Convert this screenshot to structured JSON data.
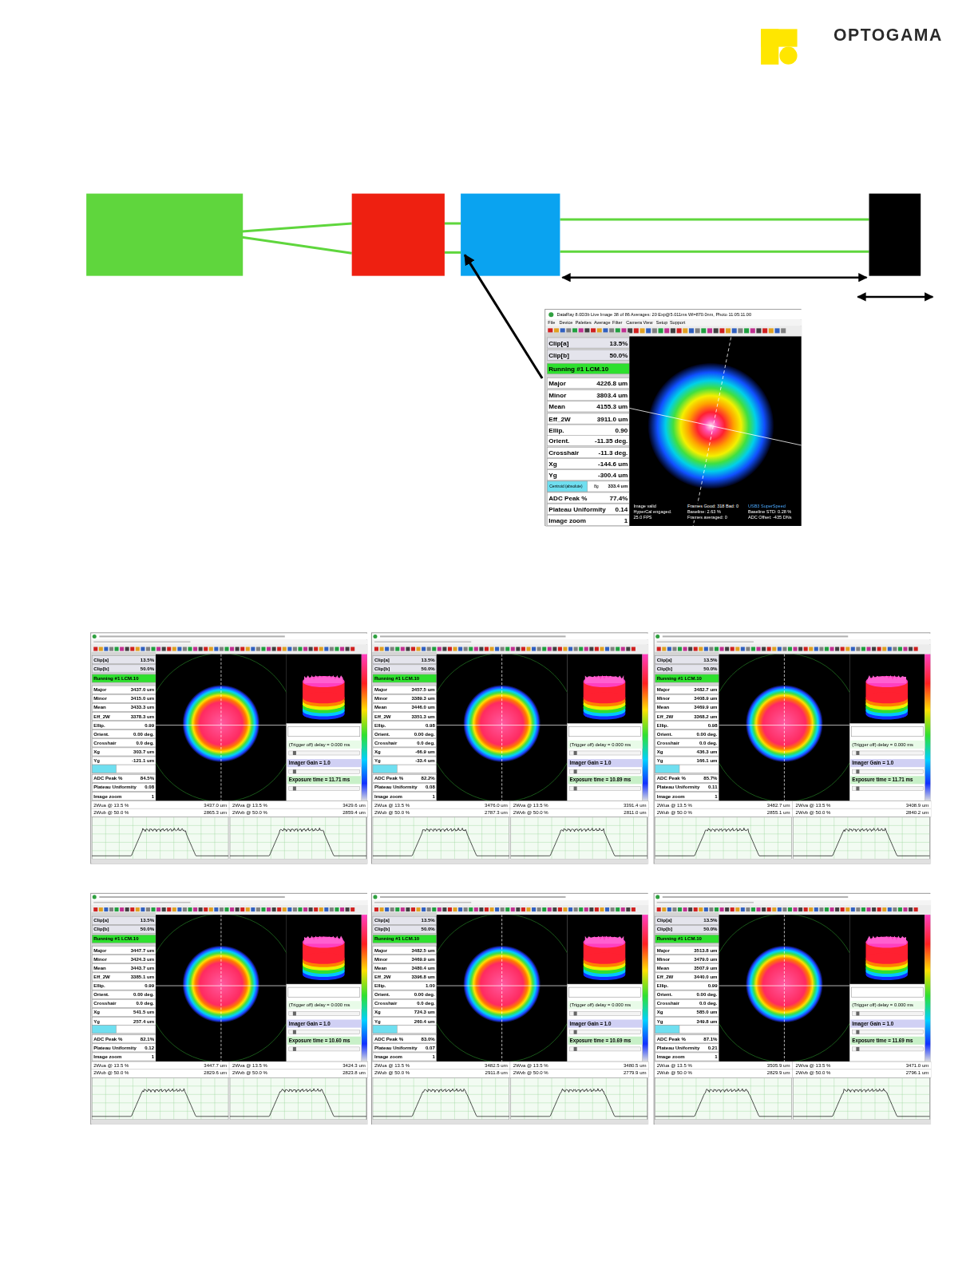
{
  "diagram": {
    "nodes": [
      {
        "text": [
          "DataRay 8.0D3b Live Image 38 of 86 Averages: 20 Exp@5.011ms Wl=870.0nm, Photo 11:05:11.00",
          "File",
          "Device",
          "Palettes",
          "Average",
          "Filter",
          "Camera",
          "View",
          "Setup",
          "Support",
          "Clip[a]",
          "13.5%",
          "Clip[b]",
          "50.0%",
          "Running #1 LCM.10",
          "Major",
          "4226.8 um",
          "Minor",
          "3803.4 um",
          "Mean",
          "4155.3 um",
          "Eff_2W",
          "3911.0 um",
          "Ellip.",
          "0.90",
          "Orient.",
          "-11.35 deg.",
          "Crosshair",
          "-11.3 deg.",
          "Xg",
          "-144.6 um",
          "Yg",
          "-300.4 um",
          "Centroid (absolute)",
          "8g",
          "333.4 um",
          "ADC Peak %",
          "77.4%",
          "Plateau Uniformity",
          "0.14",
          "Image zoom",
          "1",
          "Image valid",
          "HyperCal engaged.",
          "25.0 FPS",
          "Frames Good: 318 Bad: 0",
          "Baseline: 2.63 %",
          "Frames averaged: 0",
          "USB3 SuperSpeed",
          "Baseline STD: 0.28 %",
          "ADC Offset: -435 DNs"
        ]
      },
      {
        "text": [
          "Clip[a]",
          "13.5%",
          "Clip[b]",
          "50.0%",
          "Running #1 LCM.10",
          "Major",
          "3437.0 um",
          "Minor",
          "3415.0 um",
          "Mean",
          "3433.3 um",
          "Eff_2W",
          "3378.3 um",
          "Ellip.",
          "0.99",
          "Orient.",
          "0.00 deg.",
          "Crosshair",
          "0.0 deg.",
          "Xg",
          "303.7 um",
          "Yg",
          "-121.1 um",
          "ADC Peak %",
          "84.5%",
          "Plateau Uniformity",
          "0.08",
          "Image zoom",
          "1",
          "(Trigger off) delay = 0.000 ms",
          "Imager Gain = 1.0",
          "Exposure time = 11.71 ms",
          "2Wua @ 13.5 %",
          "3437.0 um",
          "2Wva @ 13.5 %",
          "3429.6 um",
          "2Wub @ 50.0 %",
          "2865.3 um",
          "2Wvb @ 50.0 %",
          "2859.4 um"
        ]
      },
      {
        "text": [
          "Clip[a]",
          "13.5%",
          "Clip[b]",
          "50.0%",
          "Running #1 LCM.10",
          "Major",
          "3457.5 um",
          "Minor",
          "3389.3 um",
          "Mean",
          "3446.0 um",
          "Eff_2W",
          "3351.3 um",
          "Ellip.",
          "0.98",
          "Orient.",
          "0.00 deg.",
          "Crosshair",
          "0.0 deg.",
          "Xg",
          "-66.9 um",
          "Yg",
          "-33.4 um",
          "ADC Peak %",
          "82.2%",
          "Plateau Uniformity",
          "0.08",
          "Image zoom",
          "1",
          "(Trigger off) delay = 0.000 ms",
          "Imager Gain = 1.0",
          "Exposure time = 10.89 ms",
          "2Wua @ 13.5 %",
          "3476.0 um",
          "2Wva @ 13.5 %",
          "3391.4 um",
          "2Wub @ 50.0 %",
          "2787.3 um",
          "2Wvb @ 50.0 %",
          "2811.0 um"
        ]
      },
      {
        "text": [
          "Clip[a]",
          "13.5%",
          "Clip[b]",
          "50.0%",
          "Running #1 LCM.10",
          "Major",
          "3482.7 um",
          "Minor",
          "3408.9 um",
          "Mean",
          "3469.9 um",
          "Eff_2W",
          "3368.2 um",
          "Ellip.",
          "0.98",
          "Orient.",
          "0.00 deg.",
          "Crosshair",
          "0.0 deg.",
          "Xg",
          "436.3 um",
          "Yg",
          "166.1 um",
          "ADC Peak %",
          "85.7%",
          "Plateau Uniformity",
          "0.11",
          "Image zoom",
          "1",
          "(Trigger off) delay = 0.000 ms",
          "Imager Gain = 1.0",
          "Exposure time = 11.71 ms",
          "2Wua @ 13.5 %",
          "3482.7 um",
          "2Wva @ 13.5 %",
          "3408.9 um",
          "2Wub @ 50.0 %",
          "2855.1 um",
          "2Wvb @ 50.0 %",
          "2840.2 um"
        ]
      },
      {
        "text": [
          "Clip[a]",
          "13.5%",
          "Clip[b]",
          "50.0%",
          "Running #1 LCM.10",
          "Major",
          "3447.7 um",
          "Minor",
          "3424.3 um",
          "Mean",
          "3443.7 um",
          "Eff_2W",
          "3385.1 um",
          "Ellip.",
          "0.99",
          "Orient.",
          "0.00 deg.",
          "Crosshair",
          "0.0 deg.",
          "Xg",
          "541.5 um",
          "Yg",
          "257.4 um",
          "ADC Peak %",
          "82.1%",
          "Plateau Uniformity",
          "0.12",
          "Image zoom",
          "1",
          "(Trigger off) delay = 0.000 ms",
          "Imager Gain = 1.0",
          "Exposure time = 10.60 ms",
          "2Wua @ 13.5 %",
          "3447.7 um",
          "2Wva @ 13.5 %",
          "3424.3 um",
          "2Wub @ 50.0 %",
          "2829.6 um",
          "2Wvb @ 50.0 %",
          "2823.8 um"
        ]
      },
      {
        "text": [
          "Clip[a]",
          "13.5%",
          "Clip[b]",
          "50.0%",
          "Running #1 LCM.10",
          "Major",
          "3482.5 um",
          "Minor",
          "3469.9 um",
          "Mean",
          "3480.4 um",
          "Eff_2W",
          "3396.8 um",
          "Ellip.",
          "1.00",
          "Orient.",
          "0.00 deg.",
          "Crosshair",
          "0.0 deg.",
          "Xg",
          "724.3 um",
          "Yg",
          "260.4 um",
          "ADC Peak %",
          "83.0%",
          "Plateau Uniformity",
          "0.07",
          "Image zoom",
          "1",
          "(Trigger off) delay = 0.000 ms",
          "Imager Gain = 1.0",
          "Exposure time = 10.69 ms",
          "2Wua @ 13.5 %",
          "3482.5 um",
          "2Wva @ 13.5 %",
          "3480.5 um",
          "2Wub @ 50.0 %",
          "2911.8 um",
          "2Wvb @ 50.0 %",
          "2779.9 um"
        ]
      },
      {
        "text": [
          "Clip[a]",
          "13.5%",
          "Clip[b]",
          "50.0%",
          "Running #1 LCM.10",
          "Major",
          "3513.8 um",
          "Minor",
          "3479.0 um",
          "Mean",
          "3507.9 um",
          "Eff_2W",
          "3440.0 um",
          "Ellip.",
          "0.99",
          "Orient.",
          "0.00 deg.",
          "Crosshair",
          "0.0 deg.",
          "Xg",
          "585.0 um",
          "Yg",
          "349.8 um",
          "ADC Peak %",
          "87.1%",
          "Plateau Uniformity",
          "0.21",
          "Image zoom",
          "1",
          "(Trigger off) delay = 0.000 ms",
          "Imager Gain = 1.0",
          "Exposure time = 11.69 ms",
          "2Wua @ 13.5 %",
          "3505.9 um",
          "2Wva @ 13.5 %",
          "3471.0 um",
          "2Wub @ 50.0 %",
          "2829.9 um",
          "2Wvb @ 50.0 %",
          "2796.1 um"
        ]
      }
    ],
    "labels": [
      "OPTOGAMA"
    ]
  }
}
